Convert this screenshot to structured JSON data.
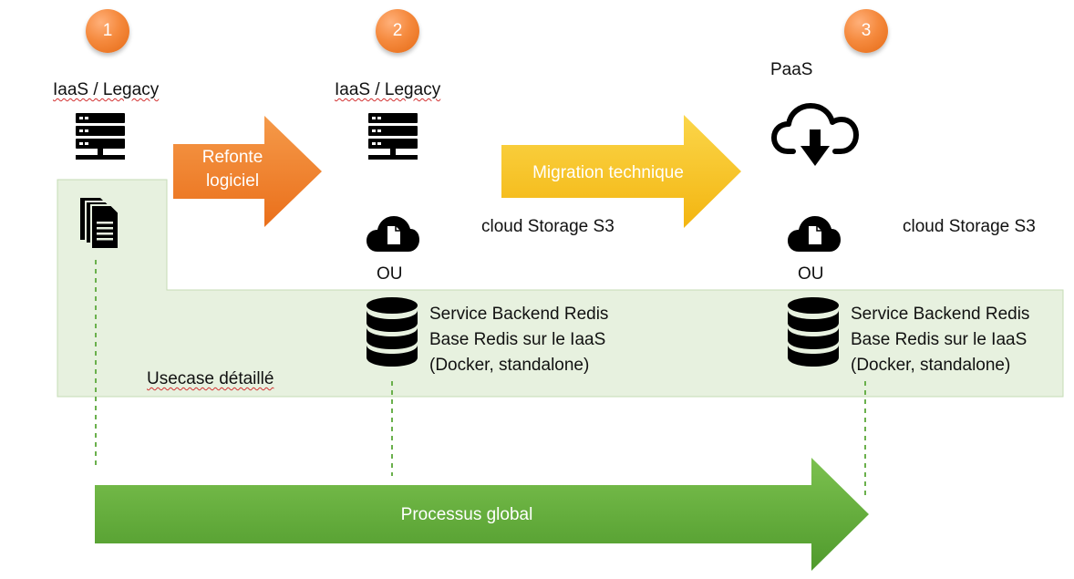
{
  "steps": [
    {
      "number": "1",
      "title": "IaaS / Legacy"
    },
    {
      "number": "2",
      "title": "IaaS / Legacy"
    },
    {
      "number": "3",
      "title": "PaaS"
    }
  ],
  "arrows": {
    "refonte": "Refonte\nlogiciel",
    "migration": "Migration technique",
    "processus": "Processus global"
  },
  "storage": {
    "step2_label": "cloud Storage S3",
    "step3_label": "cloud Storage S3",
    "or_label": "OU"
  },
  "redis": {
    "line1": "Service Backend Redis",
    "line2": "Base Redis sur le IaaS",
    "line3": "(Docker, standalone)"
  },
  "usecase_label": "Usecase détaillé",
  "colors": {
    "orange": "#f07d2a",
    "yellow": "#f7c21a",
    "green": "#5fa83a",
    "panel_fill": "#e7f1df",
    "panel_border": "#c5dcb5",
    "dash": "#6ab04c"
  }
}
